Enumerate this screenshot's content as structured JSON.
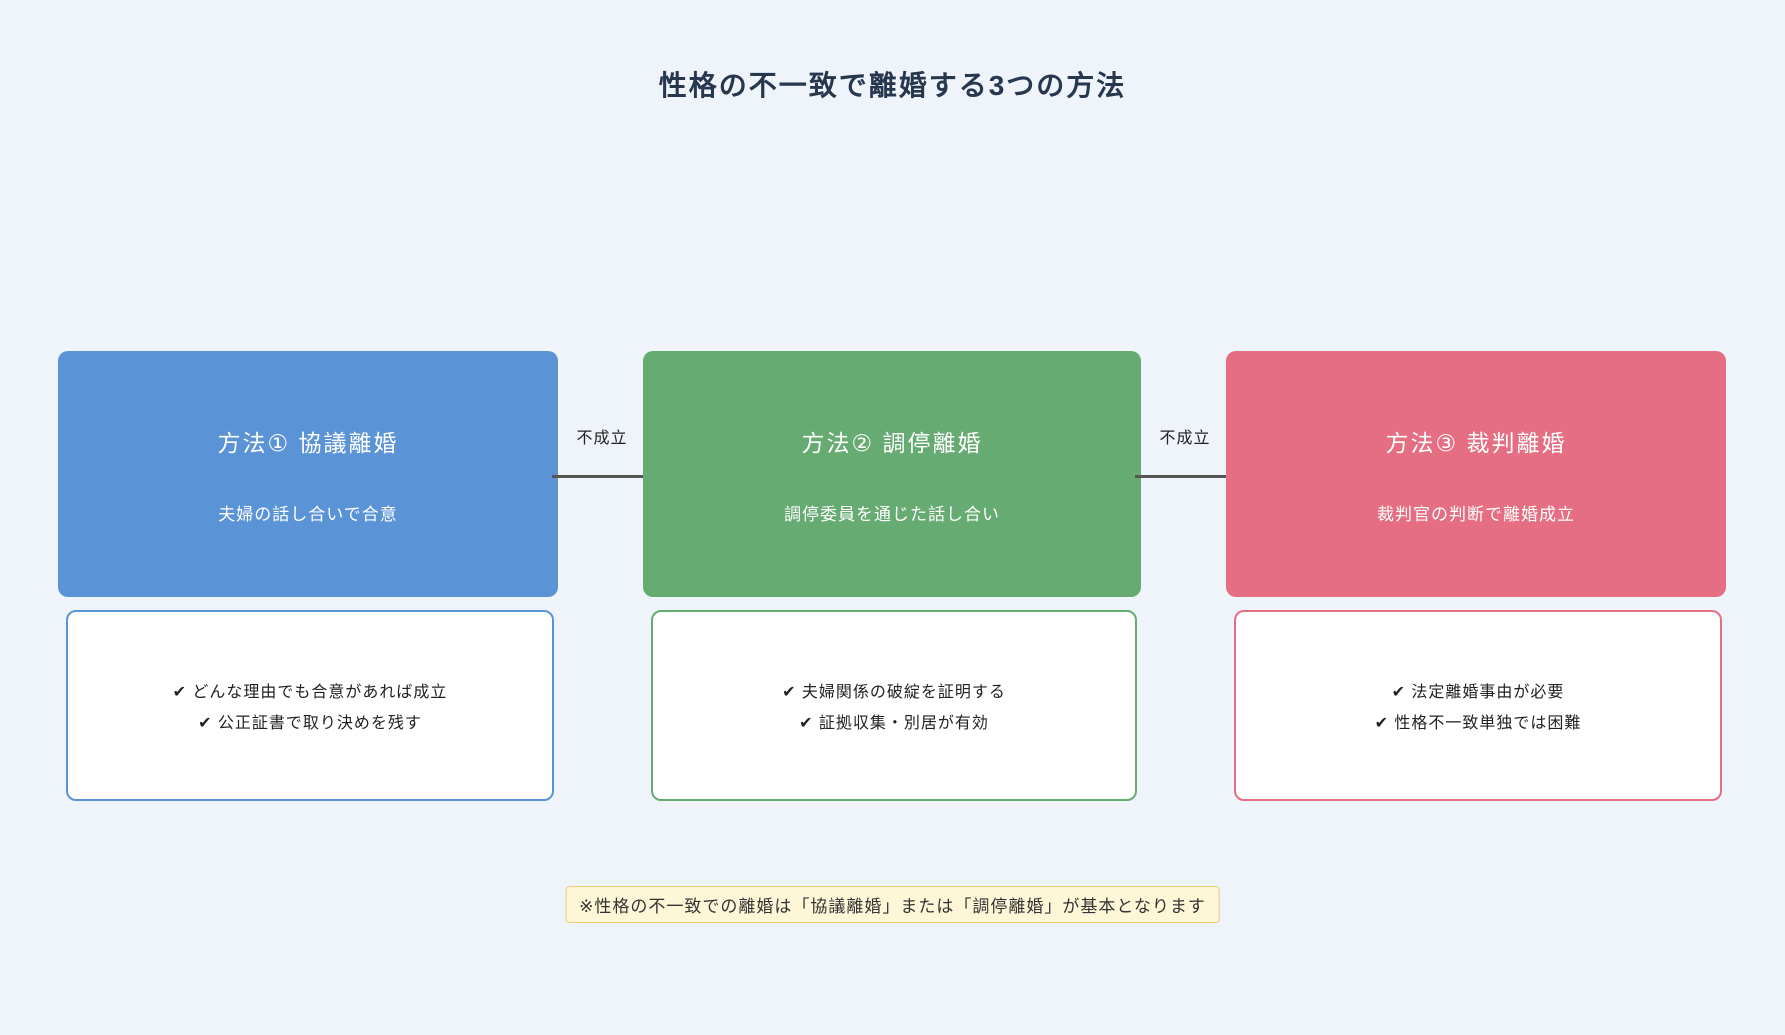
{
  "background": "#eff3fa",
  "title": "性格の不一致で離婚する3つの方法",
  "title_color": "#26374e",
  "arrow_color": "#555555",
  "methods": [
    {
      "name": "方法① 協議離婚",
      "subtitle": "夫婦の話し合いで合意",
      "color": "#5b94d6",
      "points": [
        "✔ どんな理由でも合意があれば成立",
        "✔ 公正証書で取り決めを残す"
      ]
    },
    {
      "name": "方法② 調停離婚",
      "subtitle": "調停委員を通じた話し合い",
      "color": "#66ab72",
      "points": [
        "✔ 夫婦関係の破綻を証明する",
        "✔ 証拠収集・別居が有効"
      ]
    },
    {
      "name": "方法③ 裁判離婚",
      "subtitle": "裁判官の判断で離婚成立",
      "color": "#e56e82",
      "points": [
        "✔ 法定離婚事由が必要",
        "✔ 性格不一致単独では困難"
      ]
    }
  ],
  "arrows": [
    {
      "label": "不成立"
    },
    {
      "label": "不成立"
    }
  ],
  "note": {
    "text": "※性格の不一致での離婚は「協議離婚」または「調停離婚」が基本となります",
    "background": "#fdf6d7",
    "border": "#e8cf79"
  }
}
